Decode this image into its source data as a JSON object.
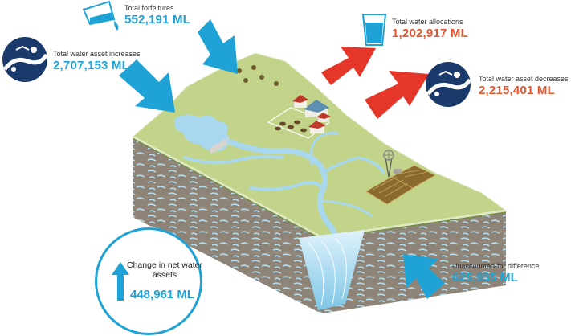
{
  "callouts": {
    "forfeitures": {
      "label": "Total forfeitures",
      "value": "552,191 ML"
    },
    "increases": {
      "label": "Total water asset increases",
      "value": "2,707,153 ML"
    },
    "allocations": {
      "label": "Total water allocations",
      "value": "1,202,917 ML"
    },
    "decreases": {
      "label": "Total water asset decreases",
      "value": "2,215,401 ML"
    },
    "unaccounted": {
      "label": "Unaccounted-for difference",
      "value": "625,935 ML"
    },
    "net_change": {
      "label": "Change in net water assets",
      "value": "448,961 ML"
    }
  },
  "colors": {
    "inflow": "#1fa3d6",
    "outflow": "#e4372a",
    "land": "#c2d48a",
    "soil": "#8a8073",
    "water": "#a9d8ee",
    "badge": "#1a3a6b"
  },
  "icons": [
    "water-asset-badge-icon",
    "pouring-glass-icon",
    "full-glass-icon",
    "up-arrow-icon"
  ]
}
